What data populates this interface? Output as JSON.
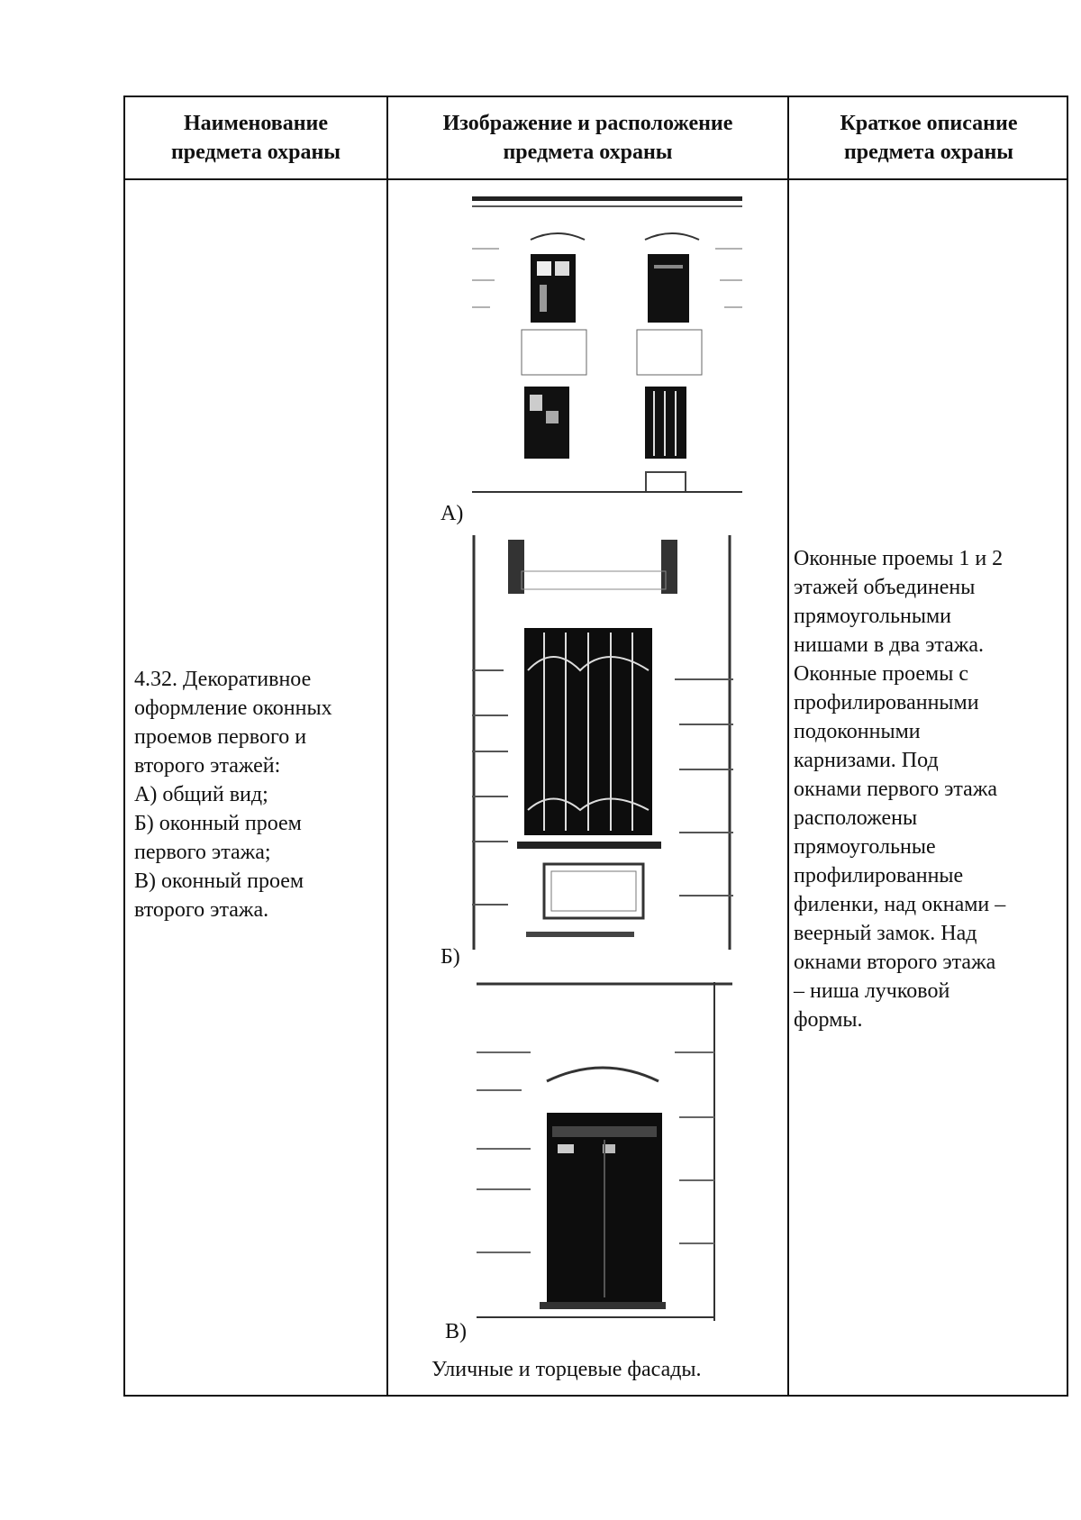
{
  "table": {
    "headers": [
      [
        "Наименование",
        "предмета охраны"
      ],
      [
        "Изображение и расположение",
        "предмета охраны"
      ],
      [
        "Краткое описание",
        "предмета охраны"
      ]
    ],
    "item_name_lines": [
      "4.32.  Декоративное",
      "оформление оконных",
      "проемов первого и",
      "второго этажей:",
      "А) общий вид;",
      "Б) оконный проем",
      "первого этажа;",
      "В) оконный проем",
      "второго этажа."
    ],
    "photo_labels": [
      "А)",
      "Б)",
      "В)"
    ],
    "image_caption": "Уличные и торцевые фасады.",
    "description_lines": [
      "Оконные проемы 1 и 2",
      "этажей объединены",
      "прямоугольными",
      "нишами в два этажа.",
      "Оконные проемы с",
      "профилированными",
      "подоконными",
      "карнизами. Под",
      "окнами первого этажа",
      "расположены",
      "прямоугольные",
      "профилированные",
      "филенки, над окнами –",
      "веерный замок. Над",
      "окнами второго этажа",
      "– ниша лучковой",
      "формы."
    ]
  }
}
